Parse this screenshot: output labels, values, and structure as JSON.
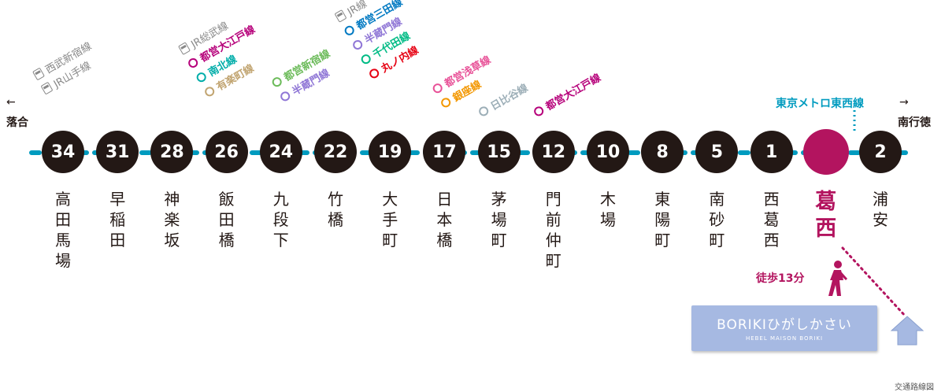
{
  "directions": {
    "left_arrow": "←",
    "left": "落合",
    "right_arrow": "→",
    "right": "南行徳"
  },
  "line_label": "東京メトロ東西線",
  "colors": {
    "line": "#009bbf",
    "station": "#231815",
    "highlight": "#b3145f",
    "jr": "#888888",
    "building": "#a6b9e2"
  },
  "stations": [
    {
      "num": "34",
      "name": "高田馬場"
    },
    {
      "num": "31",
      "name": "早稲田"
    },
    {
      "num": "28",
      "name": "神楽坂"
    },
    {
      "num": "26",
      "name": "飯田橋"
    },
    {
      "num": "24",
      "name": "九段下"
    },
    {
      "num": "22",
      "name": "竹橋"
    },
    {
      "num": "19",
      "name": "大手町"
    },
    {
      "num": "17",
      "name": "日本橋"
    },
    {
      "num": "15",
      "name": "茅場町"
    },
    {
      "num": "12",
      "name": "門前仲町"
    },
    {
      "num": "10",
      "name": "木場"
    },
    {
      "num": "8",
      "name": "東陽町"
    },
    {
      "num": "5",
      "name": "南砂町"
    },
    {
      "num": "1",
      "name": "西葛西"
    },
    {
      "num": "",
      "name": "葛西",
      "highlight": true
    },
    {
      "num": "2",
      "name": "浦安"
    }
  ],
  "transfers": {
    "takadanobaba": [
      {
        "label": "西武新宿線",
        "type": "train"
      },
      {
        "label": "JR山手線",
        "type": "train"
      }
    ],
    "iidabashi": [
      {
        "label": "JR総武線",
        "type": "train"
      },
      {
        "label": "都営大江戸線",
        "type": "ring",
        "color": "#b6007a"
      },
      {
        "label": "南北線",
        "type": "ring",
        "color": "#00ada9"
      },
      {
        "label": "有楽町線",
        "type": "ring",
        "color": "#c1a470"
      }
    ],
    "kudanshita": [
      {
        "label": "都営新宿線",
        "type": "ring",
        "color": "#6cbb5a"
      },
      {
        "label": "半蔵門線",
        "type": "ring",
        "color": "#8f76d6"
      }
    ],
    "otemachi": [
      {
        "label": "JR線",
        "type": "train"
      },
      {
        "label": "都営三田線",
        "type": "ring",
        "color": "#0079c2"
      },
      {
        "label": "半蔵門線",
        "type": "ring",
        "color": "#8f76d6"
      },
      {
        "label": "千代田線",
        "type": "ring",
        "color": "#00bb85"
      },
      {
        "label": "丸ノ内線",
        "type": "ring",
        "color": "#e60012"
      }
    ],
    "nihonbashi": [
      {
        "label": "都営浅草線",
        "type": "ring",
        "color": "#e85298"
      },
      {
        "label": "銀座線",
        "type": "ring",
        "color": "#f39700"
      }
    ],
    "kayabacho": [
      {
        "label": "日比谷線",
        "type": "ring",
        "color": "#9caeb7"
      }
    ],
    "monzennakacho": [
      {
        "label": "都営大江戸線",
        "type": "ring",
        "color": "#b6007a"
      }
    ]
  },
  "walk": "徒歩13分",
  "building": {
    "name": "BORIKIひがしかさい",
    "sub": "HEBEL MAISON BORIKI"
  },
  "caption": "交通路線図"
}
